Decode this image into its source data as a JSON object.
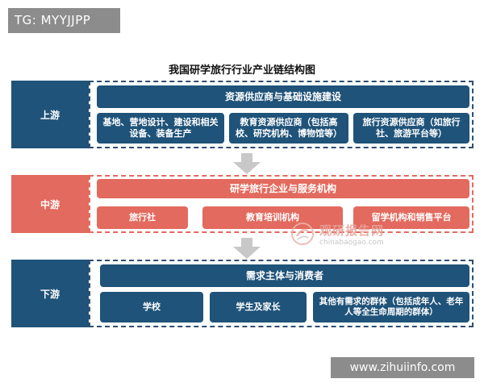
{
  "tag": "TG: MYYJJPP",
  "title": "我国研学旅行行业产业链结构图",
  "upstream": {
    "label": "上游",
    "header": "资源供应商与基础设施建设",
    "items": [
      "基地、营地设计、建设和相关设备、装备生产",
      "教育资源供应商（包括高校、研究机构、博物馆等）",
      "旅行资源供应商（如旅行社、旅游平台等）"
    ]
  },
  "midstream": {
    "label": "中游",
    "header": "研学旅行企业与服务机构",
    "items": [
      "旅行社",
      "教育培训机构",
      "留学机构和销售平台"
    ]
  },
  "downstream": {
    "label": "下游",
    "header": "需求主体与消费者",
    "items": [
      "学校",
      "学生及家长",
      "其他有需求的群体（包括成年人、老年人等全生命周期的群体）"
    ]
  },
  "watermark": {
    "cn": "观研报告网",
    "en": "chinabaogao.com"
  },
  "footer_watermark": "www.zihuiinfo.com",
  "colors": {
    "blue": "#1f5379",
    "red": "#e36a5e",
    "arrow": "#c8c8c8"
  }
}
